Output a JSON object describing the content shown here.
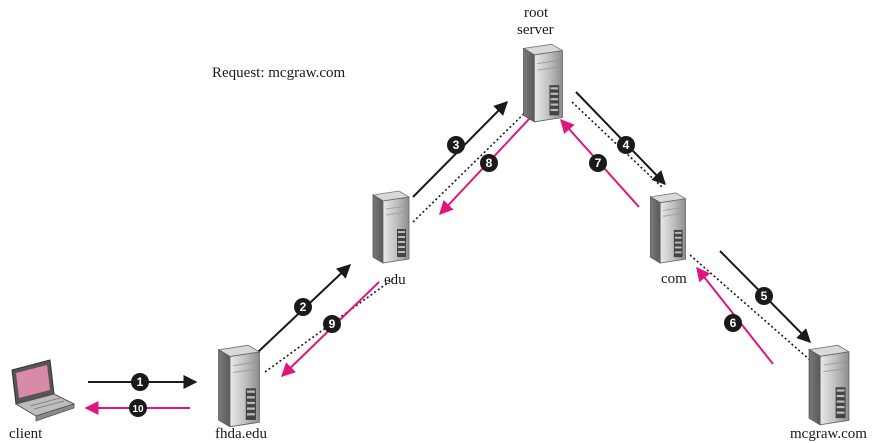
{
  "request": {
    "text": "Request: mcgraw.com"
  },
  "nodes": {
    "client": {
      "label": "client"
    },
    "fhda": {
      "label": "fhda.edu"
    },
    "edu": {
      "label": "edu"
    },
    "root_line1": "root",
    "root_line2": "server",
    "com": {
      "label": "com"
    },
    "mcgraw": {
      "label": "mcgraw.com"
    }
  },
  "steps": [
    "1",
    "2",
    "3",
    "4",
    "5",
    "6",
    "7",
    "8",
    "9",
    "10"
  ],
  "colors": {
    "request_arrow": "#1a1a1a",
    "response_arrow": "#e0157d",
    "dotted_link": "#1a1a1a",
    "step_badge": "#1a1a1a"
  }
}
